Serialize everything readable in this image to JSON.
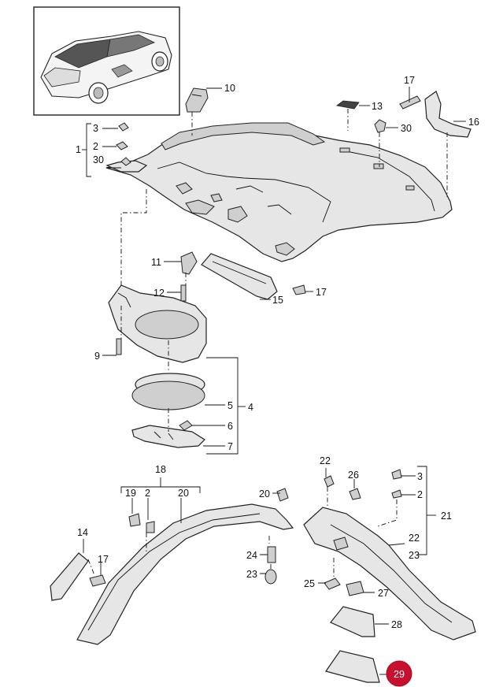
{
  "diagram": {
    "callouts": {
      "p1": "1",
      "p2": "2",
      "p3": "3",
      "p30a": "30",
      "p10": "10",
      "p13": "13",
      "p17a": "17",
      "p30b": "30",
      "p16": "16",
      "p11": "11",
      "p12": "12",
      "p15": "15",
      "p17b": "17",
      "p9": "9",
      "p5": "5",
      "p4": "4",
      "p6": "6",
      "p7": "7",
      "p18": "18",
      "p19": "19",
      "p2b": "2",
      "p20a": "20",
      "p20b": "20",
      "p22a": "22",
      "p26": "26",
      "p3b": "3",
      "p2c": "2",
      "p21": "21",
      "p22b": "22",
      "p23b": "23",
      "p14": "14",
      "p17c": "17",
      "p24": "24",
      "p23": "23",
      "p25": "25",
      "p27": "27",
      "p28": "28",
      "p29": "29"
    },
    "highlight_color": "#c8102e"
  }
}
